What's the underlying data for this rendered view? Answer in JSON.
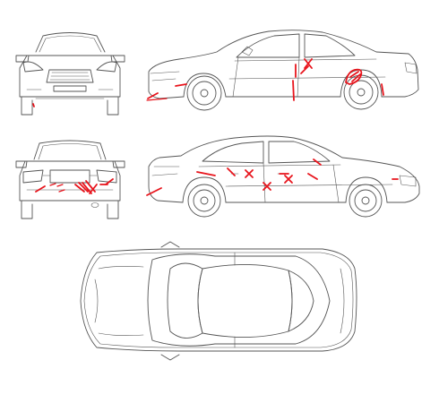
{
  "colors": {
    "background": "#ffffff",
    "outline": "#555555",
    "damage_mark": "#e8141c"
  },
  "views": [
    {
      "id": "front",
      "icon": "car-front-view-icon"
    },
    {
      "id": "side-right",
      "icon": "car-right-side-view-icon"
    },
    {
      "id": "rear",
      "icon": "car-rear-view-icon"
    },
    {
      "id": "side-left",
      "icon": "car-left-side-view-icon"
    },
    {
      "id": "top",
      "icon": "car-top-view-icon"
    }
  ]
}
